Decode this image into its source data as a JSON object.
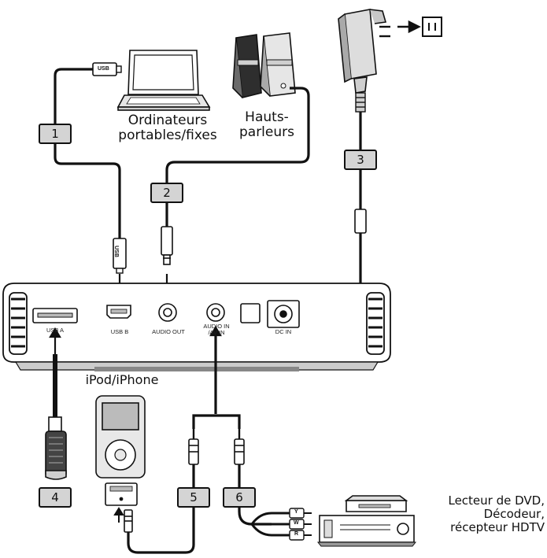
{
  "labels": {
    "laptop": "Ordinateurs portables/fixes",
    "laptop_line1": "Ordinateurs",
    "laptop_line2": "portables/fixes",
    "speakers_line1": "Hauts-",
    "speakers_line2": "parleurs",
    "ipod": "iPod/iPhone",
    "dvd_line1": "Lecteur de DVD,",
    "dvd_line2": "Décodeur,",
    "dvd_line3": "récepteur HDTV"
  },
  "ports": {
    "usb_a": "USB A",
    "usb_b": "USB B",
    "audio_out": "AUDIO OUT",
    "audio_in_line1": "AUDIO IN",
    "audio_in_line2": "/AV IN",
    "dc_in": "DC IN"
  },
  "cable_numbers": [
    "1",
    "2",
    "3",
    "4",
    "5",
    "6"
  ],
  "connector_text": {
    "usb_plug_top": "USB",
    "usb_plug_bottom": "USB",
    "rca_y": "Y",
    "rca_w": "W",
    "rca_r": "R"
  }
}
